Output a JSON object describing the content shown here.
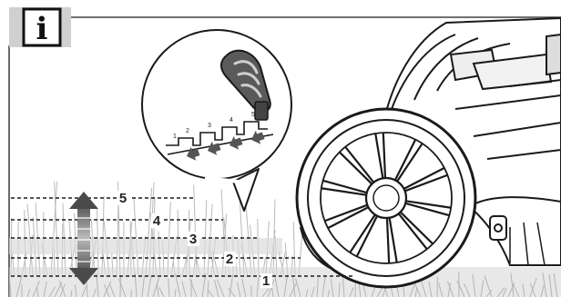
{
  "info_badge": {
    "letter": "i",
    "icon": "info-icon"
  },
  "height_levels": [
    {
      "label": "1"
    },
    {
      "label": "2"
    },
    {
      "label": "3"
    },
    {
      "label": "4"
    },
    {
      "label": "5"
    }
  ],
  "lever_notch_labels": [
    "1",
    "2",
    "3",
    "4",
    "5"
  ],
  "icons": {
    "adjust_arrow": "double-arrow-vertical-icon",
    "lever": "height-adjust-lever-icon",
    "mower": "lawnmower-icon",
    "wheel": "wheel-icon",
    "grass": "grass-icon"
  },
  "colors": {
    "line": "#1a1a1a",
    "grass_dark": "#8a8a8a",
    "grass_light": "#c8c8c8",
    "badge_bg": "#d0d0d0"
  }
}
